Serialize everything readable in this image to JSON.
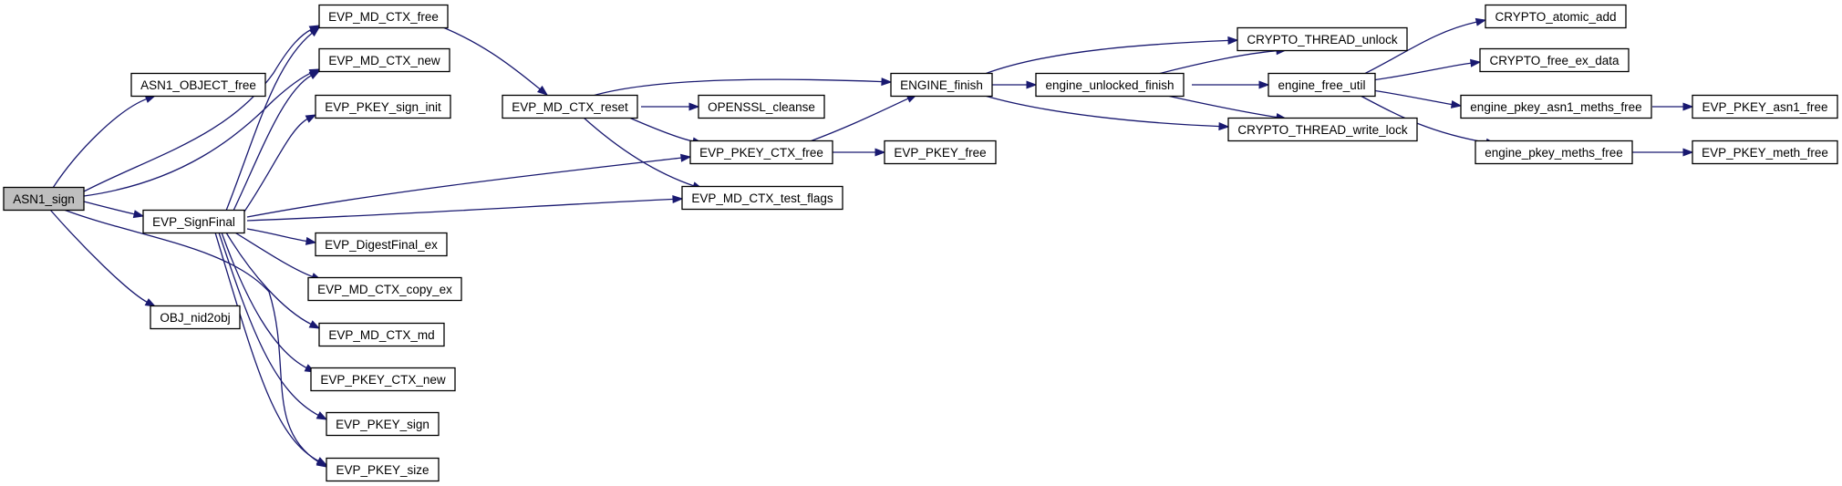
{
  "diagram": {
    "nodes": [
      {
        "id": "ASN1_sign",
        "label": "ASN1_sign",
        "root": true
      },
      {
        "id": "ASN1_OBJECT_free",
        "label": "ASN1_OBJECT_free"
      },
      {
        "id": "EVP_SignFinal",
        "label": "EVP_SignFinal"
      },
      {
        "id": "OBJ_nid2obj",
        "label": "OBJ_nid2obj"
      },
      {
        "id": "EVP_MD_CTX_free",
        "label": "EVP_MD_CTX_free"
      },
      {
        "id": "EVP_MD_CTX_new",
        "label": "EVP_MD_CTX_new"
      },
      {
        "id": "EVP_PKEY_sign_init",
        "label": "EVP_PKEY_sign_init"
      },
      {
        "id": "EVP_DigestFinal_ex",
        "label": "EVP_DigestFinal_ex"
      },
      {
        "id": "EVP_MD_CTX_copy_ex",
        "label": "EVP_MD_CTX_copy_ex"
      },
      {
        "id": "EVP_MD_CTX_md",
        "label": "EVP_MD_CTX_md"
      },
      {
        "id": "EVP_PKEY_CTX_new",
        "label": "EVP_PKEY_CTX_new"
      },
      {
        "id": "EVP_PKEY_sign",
        "label": "EVP_PKEY_sign"
      },
      {
        "id": "EVP_PKEY_size",
        "label": "EVP_PKEY_size"
      },
      {
        "id": "EVP_MD_CTX_reset",
        "label": "EVP_MD_CTX_reset"
      },
      {
        "id": "OPENSSL_cleanse",
        "label": "OPENSSL_cleanse"
      },
      {
        "id": "EVP_PKEY_CTX_free",
        "label": "EVP_PKEY_CTX_free"
      },
      {
        "id": "EVP_MD_CTX_test_flags",
        "label": "EVP_MD_CTX_test_flags"
      },
      {
        "id": "EVP_PKEY_free",
        "label": "EVP_PKEY_free"
      },
      {
        "id": "ENGINE_finish",
        "label": "ENGINE_finish"
      },
      {
        "id": "engine_unlocked_finish",
        "label": "engine_unlocked_finish"
      },
      {
        "id": "CRYPTO_THREAD_unlock",
        "label": "CRYPTO_THREAD_unlock"
      },
      {
        "id": "CRYPTO_THREAD_write_lock",
        "label": "CRYPTO_THREAD_write_lock"
      },
      {
        "id": "engine_free_util",
        "label": "engine_free_util"
      },
      {
        "id": "CRYPTO_atomic_add",
        "label": "CRYPTO_atomic_add"
      },
      {
        "id": "CRYPTO_free_ex_data",
        "label": "CRYPTO_free_ex_data"
      },
      {
        "id": "engine_pkey_asn1_meths_free",
        "label": "engine_pkey_asn1_meths_free"
      },
      {
        "id": "engine_pkey_meths_free",
        "label": "engine_pkey_meths_free"
      },
      {
        "id": "EVP_PKEY_asn1_free",
        "label": "EVP_PKEY_asn1_free"
      },
      {
        "id": "EVP_PKEY_meth_free",
        "label": "EVP_PKEY_meth_free"
      }
    ],
    "edges": [
      {
        "from": "ASN1_sign",
        "to": "ASN1_OBJECT_free"
      },
      {
        "from": "ASN1_sign",
        "to": "EVP_MD_CTX_free"
      },
      {
        "from": "ASN1_sign",
        "to": "EVP_MD_CTX_new"
      },
      {
        "from": "ASN1_sign",
        "to": "EVP_SignFinal"
      },
      {
        "from": "ASN1_sign",
        "to": "OBJ_nid2obj"
      },
      {
        "from": "ASN1_sign",
        "to": "EVP_PKEY_size"
      },
      {
        "from": "EVP_SignFinal",
        "to": "EVP_MD_CTX_free"
      },
      {
        "from": "EVP_SignFinal",
        "to": "EVP_MD_CTX_new"
      },
      {
        "from": "EVP_SignFinal",
        "to": "EVP_PKEY_sign_init"
      },
      {
        "from": "EVP_SignFinal",
        "to": "EVP_PKEY_CTX_free"
      },
      {
        "from": "EVP_SignFinal",
        "to": "EVP_MD_CTX_test_flags"
      },
      {
        "from": "EVP_SignFinal",
        "to": "EVP_DigestFinal_ex"
      },
      {
        "from": "EVP_SignFinal",
        "to": "EVP_MD_CTX_copy_ex"
      },
      {
        "from": "EVP_SignFinal",
        "to": "EVP_MD_CTX_md"
      },
      {
        "from": "EVP_SignFinal",
        "to": "EVP_PKEY_CTX_new"
      },
      {
        "from": "EVP_SignFinal",
        "to": "EVP_PKEY_sign"
      },
      {
        "from": "EVP_SignFinal",
        "to": "EVP_PKEY_size"
      },
      {
        "from": "EVP_MD_CTX_free",
        "to": "EVP_MD_CTX_reset"
      },
      {
        "from": "EVP_MD_CTX_reset",
        "to": "ENGINE_finish"
      },
      {
        "from": "EVP_MD_CTX_reset",
        "to": "OPENSSL_cleanse"
      },
      {
        "from": "EVP_MD_CTX_reset",
        "to": "EVP_PKEY_CTX_free"
      },
      {
        "from": "EVP_MD_CTX_reset",
        "to": "EVP_MD_CTX_test_flags"
      },
      {
        "from": "EVP_PKEY_CTX_free",
        "to": "ENGINE_finish"
      },
      {
        "from": "EVP_PKEY_CTX_free",
        "to": "EVP_PKEY_free"
      },
      {
        "from": "ENGINE_finish",
        "to": "CRYPTO_THREAD_unlock"
      },
      {
        "from": "ENGINE_finish",
        "to": "engine_unlocked_finish"
      },
      {
        "from": "ENGINE_finish",
        "to": "CRYPTO_THREAD_write_lock"
      },
      {
        "from": "engine_unlocked_finish",
        "to": "CRYPTO_THREAD_unlock"
      },
      {
        "from": "engine_unlocked_finish",
        "to": "engine_free_util"
      },
      {
        "from": "engine_unlocked_finish",
        "to": "CRYPTO_THREAD_write_lock"
      },
      {
        "from": "engine_free_util",
        "to": "CRYPTO_atomic_add"
      },
      {
        "from": "engine_free_util",
        "to": "CRYPTO_free_ex_data"
      },
      {
        "from": "engine_free_util",
        "to": "engine_pkey_asn1_meths_free"
      },
      {
        "from": "engine_free_util",
        "to": "engine_pkey_meths_free"
      },
      {
        "from": "engine_pkey_asn1_meths_free",
        "to": "EVP_PKEY_asn1_free"
      },
      {
        "from": "engine_pkey_meths_free",
        "to": "EVP_PKEY_meth_free"
      }
    ]
  },
  "colors": {
    "edge": "#191970",
    "root_fill": "#bfbfbf",
    "node_fill": "#ffffff",
    "node_border": "#000000"
  }
}
